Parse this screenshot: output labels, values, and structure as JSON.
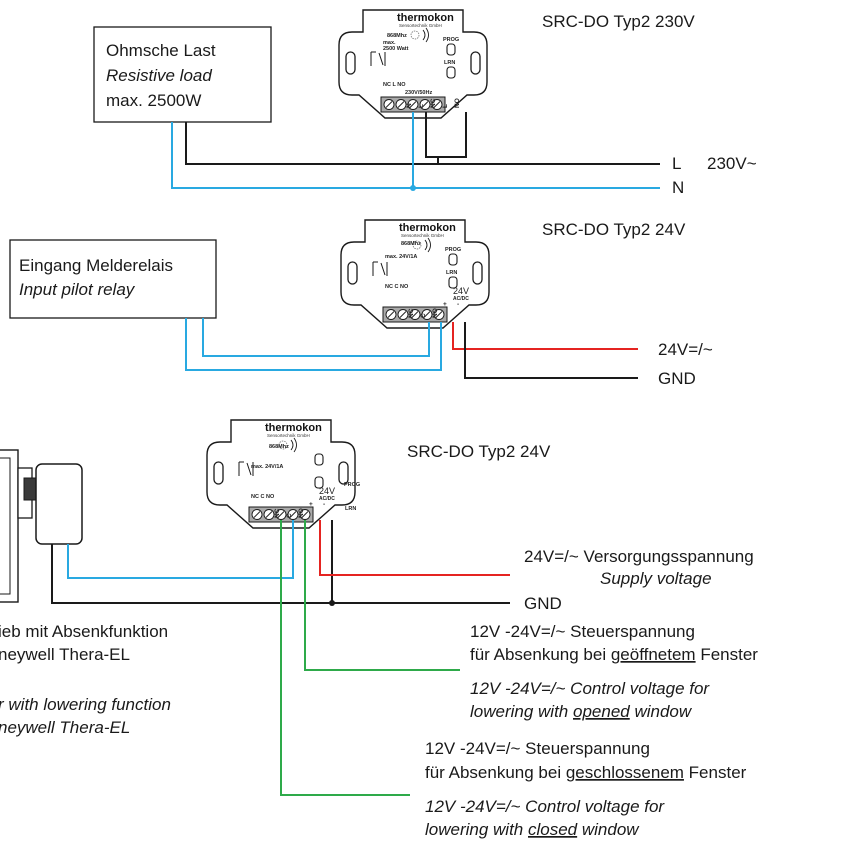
{
  "devices": [
    {
      "title": "SRC-DO Typ2 230V",
      "brand": "thermokon",
      "brand_sub": "Sensortechnik GmbH",
      "freq": "868Mhz",
      "rating": [
        "max.",
        "2500 Watt"
      ],
      "relay_labels": "NC  L  NO",
      "supply": "230V/50Hz",
      "terminals": [
        "N",
        "L",
        "NC",
        "L",
        "NO"
      ],
      "prog": "PROG",
      "lrn": "LRN"
    },
    {
      "title": "SRC-DO Typ2 24V",
      "brand": "thermokon",
      "brand_sub": "Sensortechnik GmbH",
      "freq": "868Mhz",
      "rating": [
        "max. 24V/1A"
      ],
      "relay_labels": "NC  C  NO",
      "supply": "24V",
      "acdc": "AC/DC",
      "terminals": [
        "NC",
        "C",
        "NO",
        "+",
        "-"
      ],
      "prog": "PROG",
      "lrn": "LRN"
    },
    {
      "title": "SRC-DO Typ2 24V",
      "brand": "thermokon",
      "brand_sub": "Sensortechnik GmbH",
      "freq": "868Mhz",
      "rating": [
        "max. 24V/1A"
      ],
      "relay_labels": "NC  C  NO",
      "supply": "24V",
      "acdc": "AC/DC",
      "terminals": [
        "NC",
        "C",
        "NO",
        "+",
        "-"
      ],
      "prog": "PROG",
      "lrn": "LRN"
    }
  ],
  "load_box": {
    "line1": "Ohmsche Last",
    "line2": "Resistive load",
    "line3": "max. 2500W"
  },
  "relay_box": {
    "line1": "Eingang Melderelais",
    "line2": "Input pilot relay"
  },
  "section1_labels": {
    "L": "L",
    "L_voltage": "230V~",
    "N": "N"
  },
  "section2_labels": {
    "supply": "24V=/~",
    "gnd": "GND"
  },
  "section3_labels": {
    "supply_de": "24V=/~ Versorgungsspannung",
    "supply_en": "Supply voltage",
    "gnd": "GND",
    "actuator_de_1": "ieb mit Absenkfunktion",
    "actuator_de_2": "neywell Thera-EL",
    "actuator_en_1": "r with lowering function",
    "actuator_en_2": "neywell Thera-EL",
    "open_de_1": "12V -24V=/~ Steuerspannung",
    "open_de_2a": "für Absenkung bei ",
    "open_de_2b": "geöffnetem",
    "open_de_2c": " Fenster",
    "open_en_1": "12V -24V=/~ Control voltage for",
    "open_en_2a": "lowering with ",
    "open_en_2b": "opened",
    "open_en_2c": " window",
    "closed_de_1": "12V -24V=/~ Steuerspannung",
    "closed_de_2a": "für Absenkung bei ",
    "closed_de_2b": "geschlossenem",
    "closed_de_2c": " Fenster",
    "closed_en_1": "12V -24V=/~ Control voltage for",
    "closed_en_2a": "lowering with ",
    "closed_en_2b": "closed",
    "closed_en_2c": " window"
  },
  "colors": {
    "neutral_blue": "#29a9e1",
    "supply_red": "#e52421",
    "control_green": "#2eaa4a",
    "ground_black": "#1a1a1a"
  }
}
